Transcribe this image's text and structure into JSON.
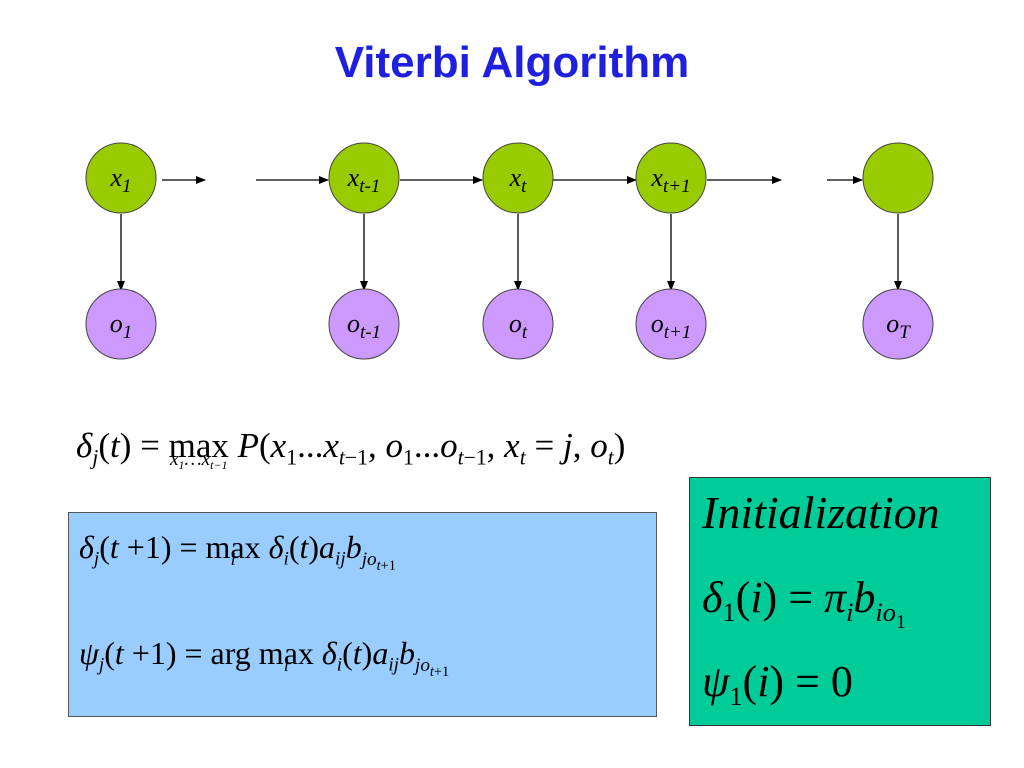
{
  "title": "Viterbi Algorithm",
  "colors": {
    "title": "#1f1fe0",
    "hidden_node": "#99cc00",
    "observed_node": "#cc99ff",
    "recursion_box": "#99ccff",
    "init_box": "#00cc99"
  },
  "hidden_nodes": [
    {
      "base": "x",
      "sub": "1"
    },
    {
      "base": "x",
      "sub": "t-1"
    },
    {
      "base": "x",
      "sub": "t"
    },
    {
      "base": "x",
      "sub": "t+1"
    },
    {
      "base": "",
      "sub": ""
    }
  ],
  "observed_nodes": [
    {
      "base": "o",
      "sub": "1"
    },
    {
      "base": "o",
      "sub": "t-1"
    },
    {
      "base": "o",
      "sub": "t"
    },
    {
      "base": "o",
      "sub": "t+1"
    },
    {
      "base": "o",
      "sub": "T"
    }
  ],
  "equations": {
    "delta_def": "δj(t) = max_{x1…xt−1} P(x1...xt−1, o1...ot−1, xt = j, ot)",
    "delta_recursion": "δj(t+1) = max_i δi(t) aij b_{j o_{t+1}}",
    "psi_recursion": "ψj(t+1) = arg max_i δi(t) aij b_{j o_{t+1}}",
    "init_title": "Initialization",
    "init_delta": "δ1(i) = πi b_{i o1}",
    "init_psi": "ψ1(i) = 0"
  }
}
